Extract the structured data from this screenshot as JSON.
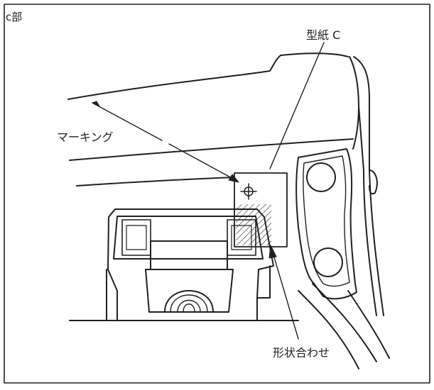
{
  "figure": {
    "corner_label": "c部",
    "callouts": {
      "pattern_paper": "型紙 C",
      "marking": "マーキング",
      "shape_alignment": "形状合わせ"
    }
  },
  "colors": {
    "line": "#231f20",
    "background": "#ffffff"
  }
}
